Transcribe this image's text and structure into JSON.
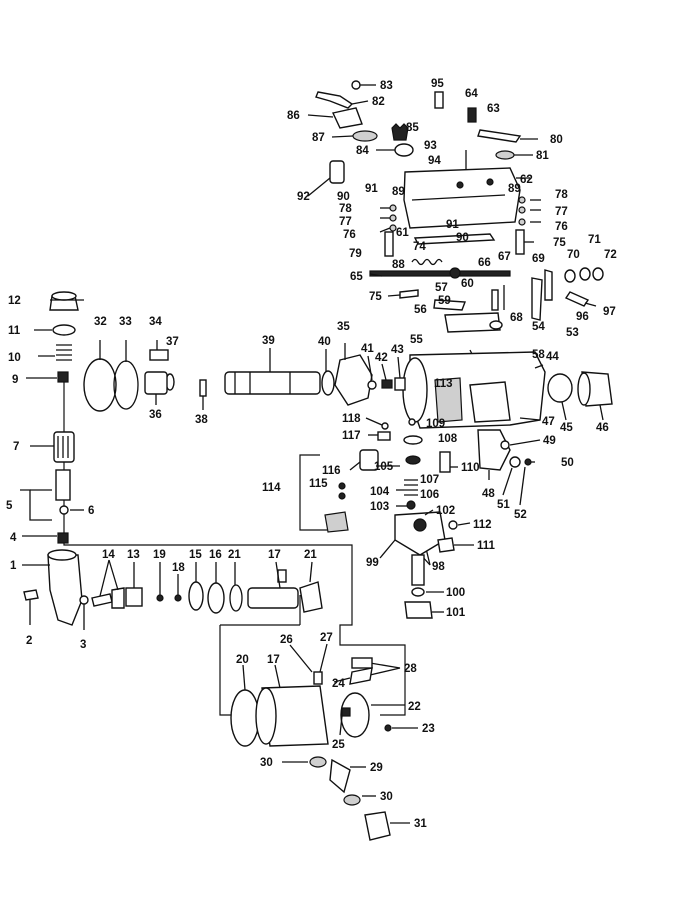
{
  "diagram": {
    "callouts": [
      {
        "id": "c83",
        "text": "83"
      },
      {
        "id": "c82",
        "text": "82"
      },
      {
        "id": "c86",
        "text": "86"
      },
      {
        "id": "c87",
        "text": "87"
      },
      {
        "id": "c85",
        "text": "85"
      },
      {
        "id": "c84",
        "text": "84"
      },
      {
        "id": "c95",
        "text": "95"
      },
      {
        "id": "c64",
        "text": "64"
      },
      {
        "id": "c63",
        "text": "63"
      },
      {
        "id": "c80",
        "text": "80"
      },
      {
        "id": "c93",
        "text": "93"
      },
      {
        "id": "c94",
        "text": "94"
      },
      {
        "id": "c81",
        "text": "81"
      },
      {
        "id": "c62",
        "text": "62"
      },
      {
        "id": "c92",
        "text": "92"
      },
      {
        "id": "c90a",
        "text": "90"
      },
      {
        "id": "c91a",
        "text": "91"
      },
      {
        "id": "c89a",
        "text": "89"
      },
      {
        "id": "c89b",
        "text": "89"
      },
      {
        "id": "c78a",
        "text": "78"
      },
      {
        "id": "c77a",
        "text": "77"
      },
      {
        "id": "c76a",
        "text": "76"
      },
      {
        "id": "c78b",
        "text": "78"
      },
      {
        "id": "c77b",
        "text": "77"
      },
      {
        "id": "c76b",
        "text": "76"
      },
      {
        "id": "c91b",
        "text": "91"
      },
      {
        "id": "c90b",
        "text": "90"
      },
      {
        "id": "c61",
        "text": "61"
      },
      {
        "id": "c75a",
        "text": "75"
      },
      {
        "id": "c71",
        "text": "71"
      },
      {
        "id": "c74",
        "text": "74"
      },
      {
        "id": "c79",
        "text": "79"
      },
      {
        "id": "c70",
        "text": "70"
      },
      {
        "id": "c72",
        "text": "72"
      },
      {
        "id": "c88",
        "text": "88"
      },
      {
        "id": "c67",
        "text": "67"
      },
      {
        "id": "c69",
        "text": "69"
      },
      {
        "id": "c66",
        "text": "66"
      },
      {
        "id": "c65",
        "text": "65"
      },
      {
        "id": "c60",
        "text": "60"
      },
      {
        "id": "c57",
        "text": "57"
      },
      {
        "id": "c97",
        "text": "97"
      },
      {
        "id": "c75b",
        "text": "75"
      },
      {
        "id": "c59",
        "text": "59"
      },
      {
        "id": "c96",
        "text": "96"
      },
      {
        "id": "c56",
        "text": "56"
      },
      {
        "id": "c68",
        "text": "68"
      },
      {
        "id": "c54",
        "text": "54"
      },
      {
        "id": "c53",
        "text": "53"
      },
      {
        "id": "c55",
        "text": "55"
      },
      {
        "id": "c58",
        "text": "58"
      },
      {
        "id": "c12",
        "text": "12"
      },
      {
        "id": "c32",
        "text": "32"
      },
      {
        "id": "c33",
        "text": "33"
      },
      {
        "id": "c34",
        "text": "34"
      },
      {
        "id": "c11",
        "text": "11"
      },
      {
        "id": "c37",
        "text": "37"
      },
      {
        "id": "c39",
        "text": "39"
      },
      {
        "id": "c35",
        "text": "35"
      },
      {
        "id": "c40",
        "text": "40"
      },
      {
        "id": "c41",
        "text": "41"
      },
      {
        "id": "c42",
        "text": "42"
      },
      {
        "id": "c43",
        "text": "43"
      },
      {
        "id": "c44",
        "text": "44"
      },
      {
        "id": "c10",
        "text": "10"
      },
      {
        "id": "c9",
        "text": "9"
      },
      {
        "id": "c36",
        "text": "36"
      },
      {
        "id": "c38",
        "text": "38"
      },
      {
        "id": "c113",
        "text": "113"
      },
      {
        "id": "c45",
        "text": "45"
      },
      {
        "id": "c46",
        "text": "46"
      },
      {
        "id": "c47",
        "text": "47"
      },
      {
        "id": "c118",
        "text": "118"
      },
      {
        "id": "c109",
        "text": "109"
      },
      {
        "id": "c117",
        "text": "117"
      },
      {
        "id": "c108",
        "text": "108"
      },
      {
        "id": "c49",
        "text": "49"
      },
      {
        "id": "c7",
        "text": "7"
      },
      {
        "id": "c116",
        "text": "116"
      },
      {
        "id": "c105",
        "text": "105"
      },
      {
        "id": "c110",
        "text": "110"
      },
      {
        "id": "c50",
        "text": "50"
      },
      {
        "id": "c115",
        "text": "115"
      },
      {
        "id": "c107",
        "text": "107"
      },
      {
        "id": "c114",
        "text": "114"
      },
      {
        "id": "c106",
        "text": "106"
      },
      {
        "id": "c48",
        "text": "48"
      },
      {
        "id": "c51",
        "text": "51"
      },
      {
        "id": "c104",
        "text": "104"
      },
      {
        "id": "c52",
        "text": "52"
      },
      {
        "id": "c5",
        "text": "5"
      },
      {
        "id": "c6",
        "text": "6"
      },
      {
        "id": "c103",
        "text": "103"
      },
      {
        "id": "c102",
        "text": "102"
      },
      {
        "id": "c112",
        "text": "112"
      },
      {
        "id": "c4",
        "text": "4"
      },
      {
        "id": "c111",
        "text": "111"
      },
      {
        "id": "c1",
        "text": "1"
      },
      {
        "id": "c14",
        "text": "14"
      },
      {
        "id": "c13",
        "text": "13"
      },
      {
        "id": "c19",
        "text": "19"
      },
      {
        "id": "c15",
        "text": "15"
      },
      {
        "id": "c16",
        "text": "16"
      },
      {
        "id": "c21a",
        "text": "21"
      },
      {
        "id": "c17a",
        "text": "17"
      },
      {
        "id": "c21b",
        "text": "21"
      },
      {
        "id": "c99",
        "text": "99"
      },
      {
        "id": "c98",
        "text": "98"
      },
      {
        "id": "c18",
        "text": "18"
      },
      {
        "id": "c100",
        "text": "100"
      },
      {
        "id": "c2",
        "text": "2"
      },
      {
        "id": "c3",
        "text": "3"
      },
      {
        "id": "c101",
        "text": "101"
      },
      {
        "id": "c27",
        "text": "27"
      },
      {
        "id": "c20",
        "text": "20"
      },
      {
        "id": "c17b",
        "text": "17"
      },
      {
        "id": "c26",
        "text": "26"
      },
      {
        "id": "c28",
        "text": "28"
      },
      {
        "id": "c24",
        "text": "24"
      },
      {
        "id": "c22",
        "text": "22"
      },
      {
        "id": "c23",
        "text": "23"
      },
      {
        "id": "c25",
        "text": "25"
      },
      {
        "id": "c30a",
        "text": "30"
      },
      {
        "id": "c29",
        "text": "29"
      },
      {
        "id": "c30b",
        "text": "30"
      },
      {
        "id": "c31",
        "text": "31"
      }
    ]
  },
  "colors": {
    "ink": "#111111",
    "paper": "#ffffff"
  }
}
